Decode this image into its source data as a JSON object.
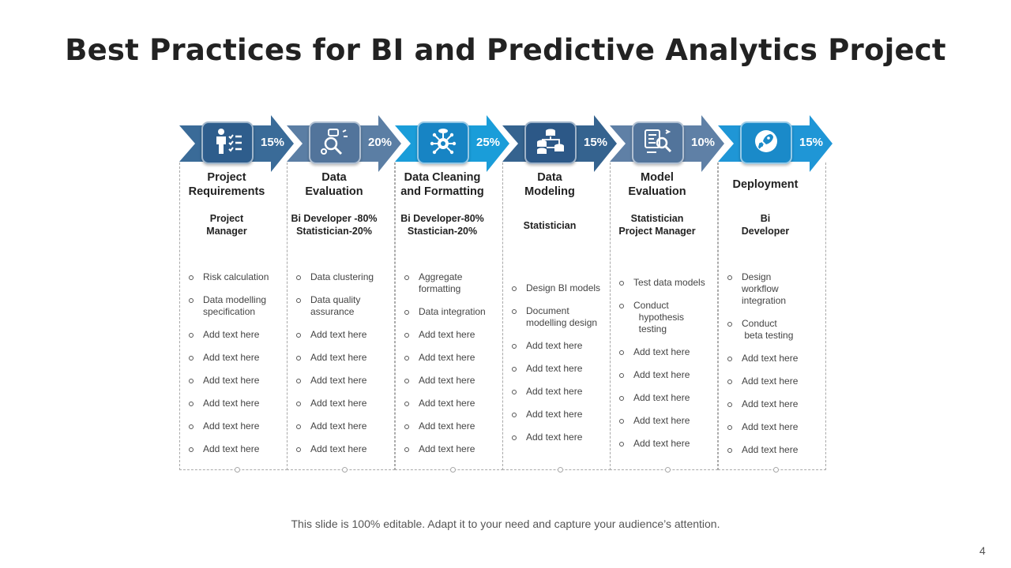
{
  "slide": {
    "title": "Best Practices for BI and Predictive Analytics Project",
    "footer": "This slide is 100% editable. Adapt it to your need and capture your audience’s attention.",
    "page_number": "4"
  },
  "colors": {
    "stage_arrow": [
      "#3a6b98",
      "#5b7ea4",
      "#1a9dd9",
      "#35638f",
      "#5f80a6",
      "#1f96d6"
    ],
    "stage_badge": [
      "#2e5d8c",
      "#52749b",
      "#1784c4",
      "#2c5887",
      "#52749b",
      "#1a8ac9"
    ]
  },
  "stages": [
    {
      "name": "Project\nRequirements",
      "percent": "15%",
      "icon": "person-checklist-icon",
      "role": "Project\nManager",
      "bullets": [
        "Risk calculation",
        "Data modelling\nspecification",
        "Add text here",
        "Add text here",
        "Add text here",
        "Add text here",
        "Add text here",
        "Add text here"
      ]
    },
    {
      "name": "Data\nEvaluation",
      "percent": "20%",
      "icon": "data-magnifier-icon",
      "role": "Bi Developer -80%\nStatistician-20%",
      "bullets": [
        "Data clustering",
        "Data quality\nassurance",
        "Add text here",
        "Add text here",
        "Add text here",
        "Add text here",
        "Add text here",
        "Add text here"
      ]
    },
    {
      "name": "Data Cleaning\nand Formatting",
      "percent": "25%",
      "icon": "data-hub-icon",
      "role": "Bi Developer-80%\nStastician-20%",
      "bullets": [
        "Aggregate\nformatting",
        "Data integration",
        "Add text here",
        "Add text here",
        "Add text here",
        "Add text here",
        "Add text here",
        "Add text here"
      ]
    },
    {
      "name": "Data\nModeling",
      "percent": "15%",
      "icon": "database-flow-icon",
      "role": "Statistician",
      "bullets": [
        "Design BI models",
        "Document\nmodelling design",
        "Add text here",
        "Add text here",
        "Add text here",
        "Add text here",
        "Add text here"
      ]
    },
    {
      "name": "Model\nEvaluation",
      "percent": "10%",
      "icon": "model-analysis-icon",
      "role": "Statistician\nProject Manager",
      "bullets": [
        "Test data models",
        "Conduct\n  hypothesis\n  testing",
        "Add text here",
        "Add text here",
        "Add text here",
        "Add text here",
        "Add text here"
      ]
    },
    {
      "name": "Deployment",
      "percent": "15%",
      "icon": "rocket-icon",
      "role": "Bi\nDeveloper",
      "bullets": [
        "Design\nworkflow\nintegration",
        "Conduct\n beta testing",
        "Add text here",
        "Add text here",
        "Add text here",
        "Add text here",
        "Add text here"
      ]
    }
  ]
}
